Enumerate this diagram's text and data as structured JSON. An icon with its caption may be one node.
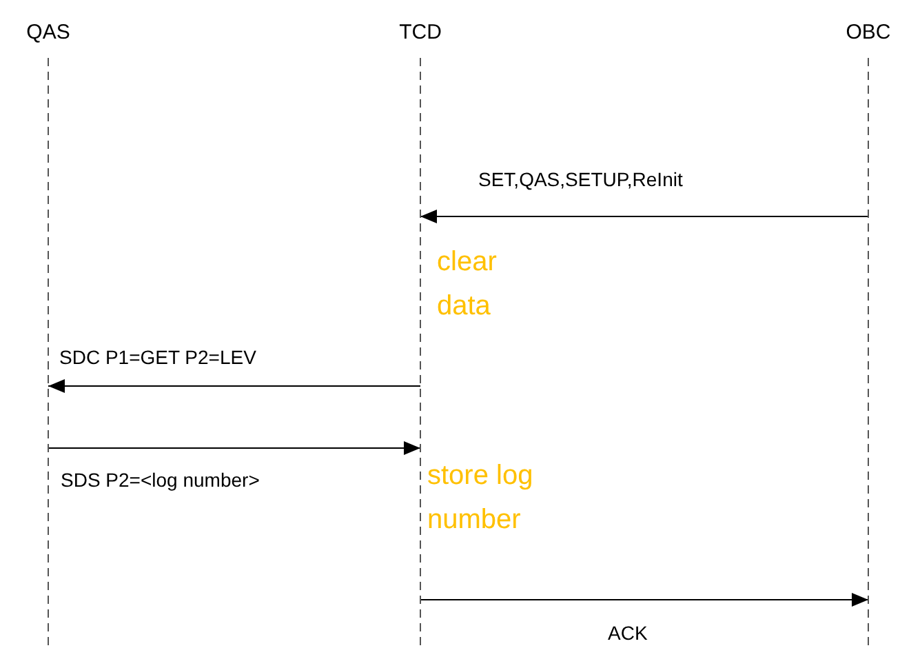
{
  "diagram": {
    "nodes": [
      {
        "text": [
          "QAS"
        ]
      },
      {
        "text": [
          "TCD"
        ]
      },
      {
        "text": [
          "OBC"
        ]
      }
    ],
    "edges": [
      {
        "from": 2,
        "to": 1,
        "arrow": "to",
        "label": "SET,QAS,SETUP,ReInit"
      },
      {
        "from": 1,
        "to": 0,
        "arrow": "to",
        "label": "SDC P1=GET P2=LEV"
      },
      {
        "from": 0,
        "to": 1,
        "arrow": "to",
        "label": "SDS P2=<log number>"
      },
      {
        "from": 1,
        "to": 2,
        "arrow": "to",
        "label": "ACK"
      }
    ],
    "labels": [
      "clear data",
      "store log number"
    ]
  }
}
